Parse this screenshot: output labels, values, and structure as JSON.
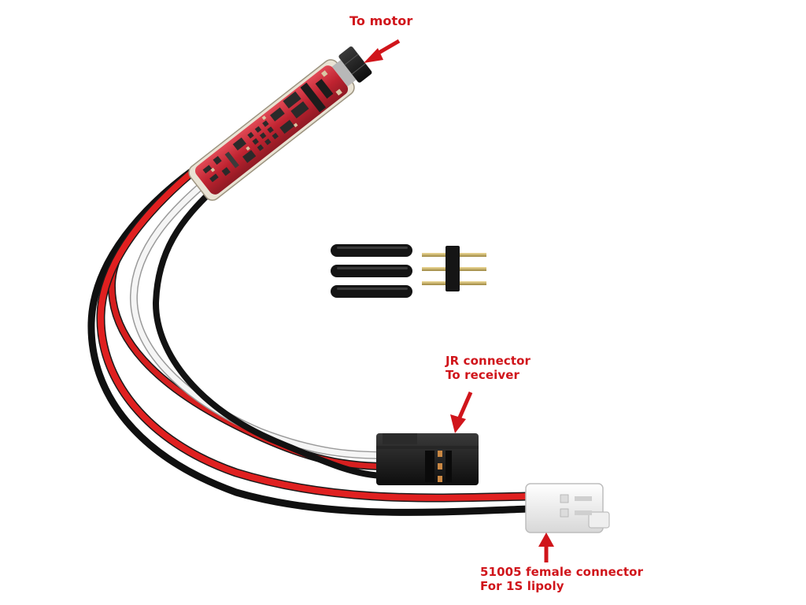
{
  "labels": {
    "to_motor": "To motor",
    "jr_connector_line1": "JR connector",
    "jr_connector_line2": "To receiver",
    "female_connector_line1": "51005 female connector",
    "female_connector_line2": "For 1S lipoly"
  },
  "colors": {
    "annotation": "#d0151b",
    "pcb": "#c22a36",
    "wire_red": "#d61f1f",
    "wire_white": "#f2f2f2",
    "wire_black": "#141414",
    "jr_housing": "#1b1b1b",
    "female_housing": "#f4f4f4"
  }
}
